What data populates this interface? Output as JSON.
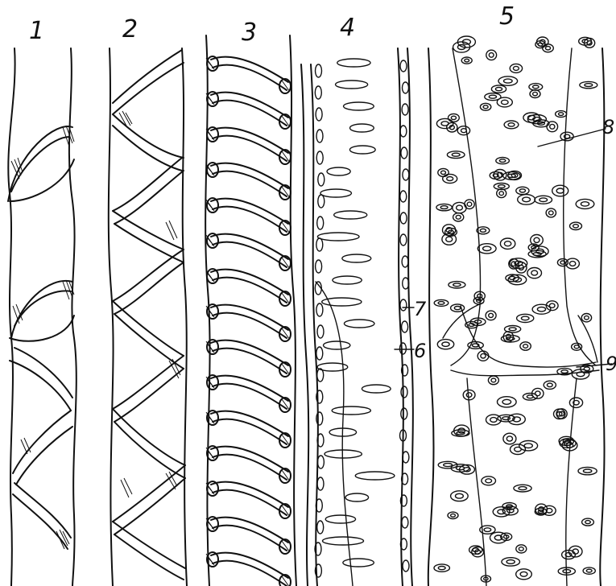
{
  "figure": {
    "vessels": [
      {
        "number": "1"
      },
      {
        "number": "2"
      },
      {
        "number": "3"
      },
      {
        "number": "4"
      },
      {
        "number": "5"
      }
    ],
    "callouts": [
      "7",
      "6",
      "8",
      "9"
    ]
  },
  "colors": {
    "ink": "#111111",
    "background": "#ffffff"
  }
}
